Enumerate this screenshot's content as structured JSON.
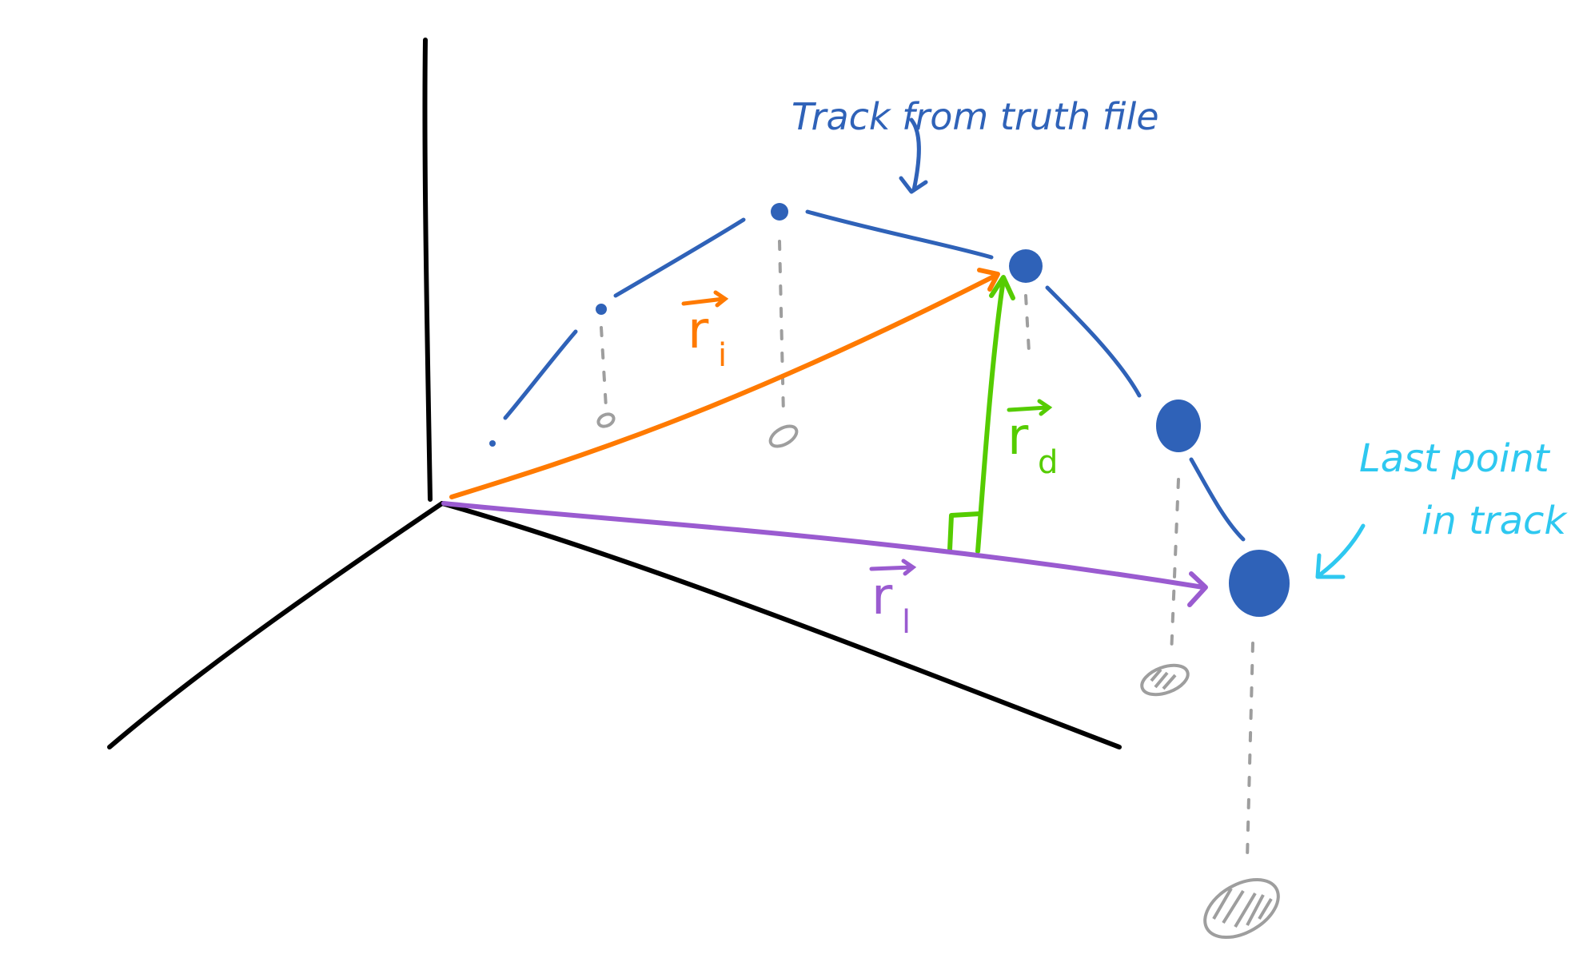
{
  "colors": {
    "axes": "#000000",
    "track": "#2f62b8",
    "shadow": "#9e9e9e",
    "r_i": "#ff7a00",
    "r_d": "#55cc00",
    "r_l": "#9a5bd0",
    "annotation_last": "#2ec8f0"
  },
  "labels": {
    "track_note": "Track from truth file",
    "last_point_line1": "Last point",
    "last_point_line2": "in track",
    "r_i_sub": "i",
    "r_d_sub": "d",
    "r_l_sub": "l",
    "r_letter": "r"
  }
}
